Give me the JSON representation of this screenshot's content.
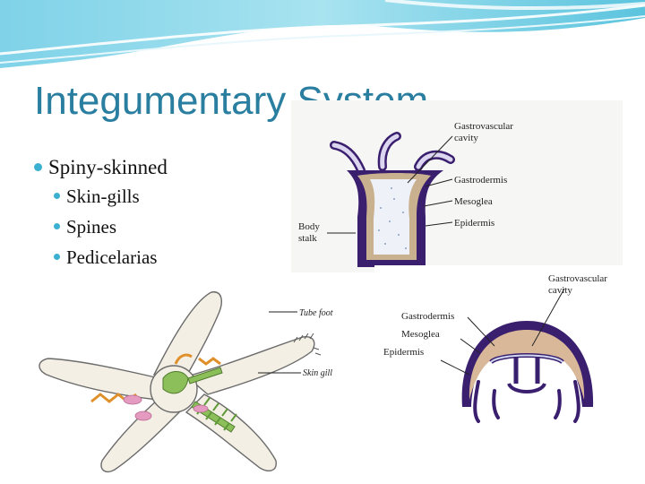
{
  "slide": {
    "title": "Integumentary System",
    "bullets": {
      "main": "Spiny-skinned",
      "sub": [
        "Skin-gills",
        "Spines",
        "Pedicelarias"
      ]
    }
  },
  "figures": {
    "polyp": {
      "labels": {
        "gastrovascular": [
          "Gastrovascular",
          "cavity"
        ],
        "gastrodermis": "Gastrodermis",
        "mesoglea": "Mesoglea",
        "epidermis": "Epidermis",
        "body_stalk": [
          "Body",
          "stalk"
        ]
      }
    },
    "medusa": {
      "labels": {
        "gastrovascular": [
          "Gastrovascular",
          "cavity"
        ],
        "gastrodermis": "Gastrodermis",
        "mesoglea": "Mesoglea",
        "epidermis": "Epidermis"
      }
    },
    "starfish": {
      "labels": {
        "tube_foot": "Tube foot",
        "skin_gill": "Skin gill"
      }
    }
  },
  "colors": {
    "title": "#2a7ea0",
    "bullet": "#3bb0d0",
    "cnidarian_outline": "#3a1f6e",
    "mesoglea_tan": "#d9b89a",
    "starfish_orange": "#e0902a",
    "starfish_green": "#8cbf5a",
    "starfish_pink": "#e59ac0"
  }
}
